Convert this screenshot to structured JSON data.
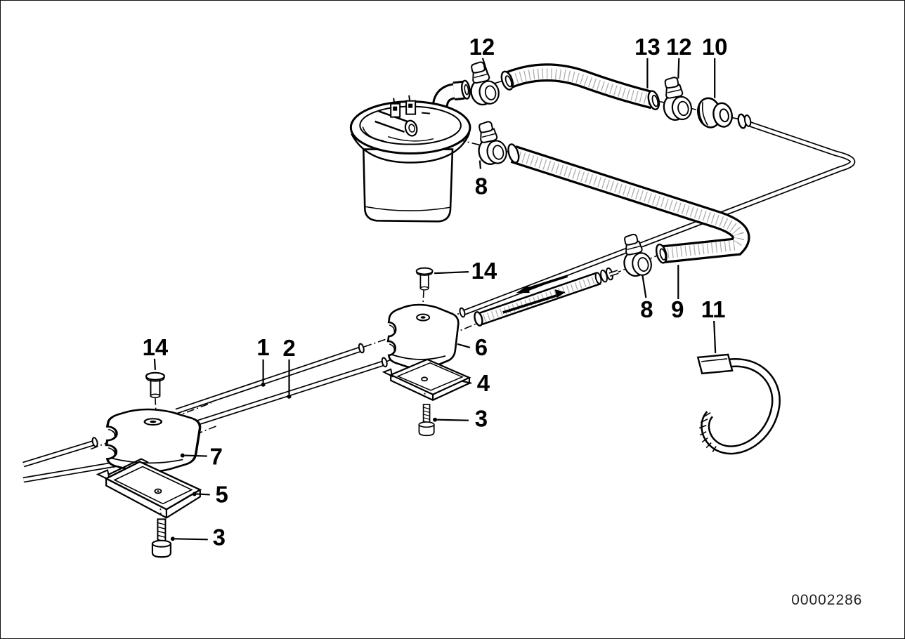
{
  "page": {
    "background": "#ffffff",
    "ink_color": "#000000",
    "border_color": "#111111",
    "description_semantics": "exploded parts line-drawing of fuel supply pipes and hoses"
  },
  "drawing_number": "00002286",
  "callouts": {
    "clamp12_left": "12",
    "hose13": "13",
    "clamp12_right": "12",
    "grommet10": "10",
    "clamp8_filter": "8",
    "plug14_mid": "14",
    "clamp8_mid": "8",
    "hose9": "9",
    "strap11": "11",
    "plug14_left": "14",
    "pipe1": "1",
    "pipe2": "2",
    "block6": "6",
    "bracket4": "4",
    "screw3_mid": "3",
    "block7": "7",
    "bracket5": "5",
    "screw3_left": "3"
  }
}
